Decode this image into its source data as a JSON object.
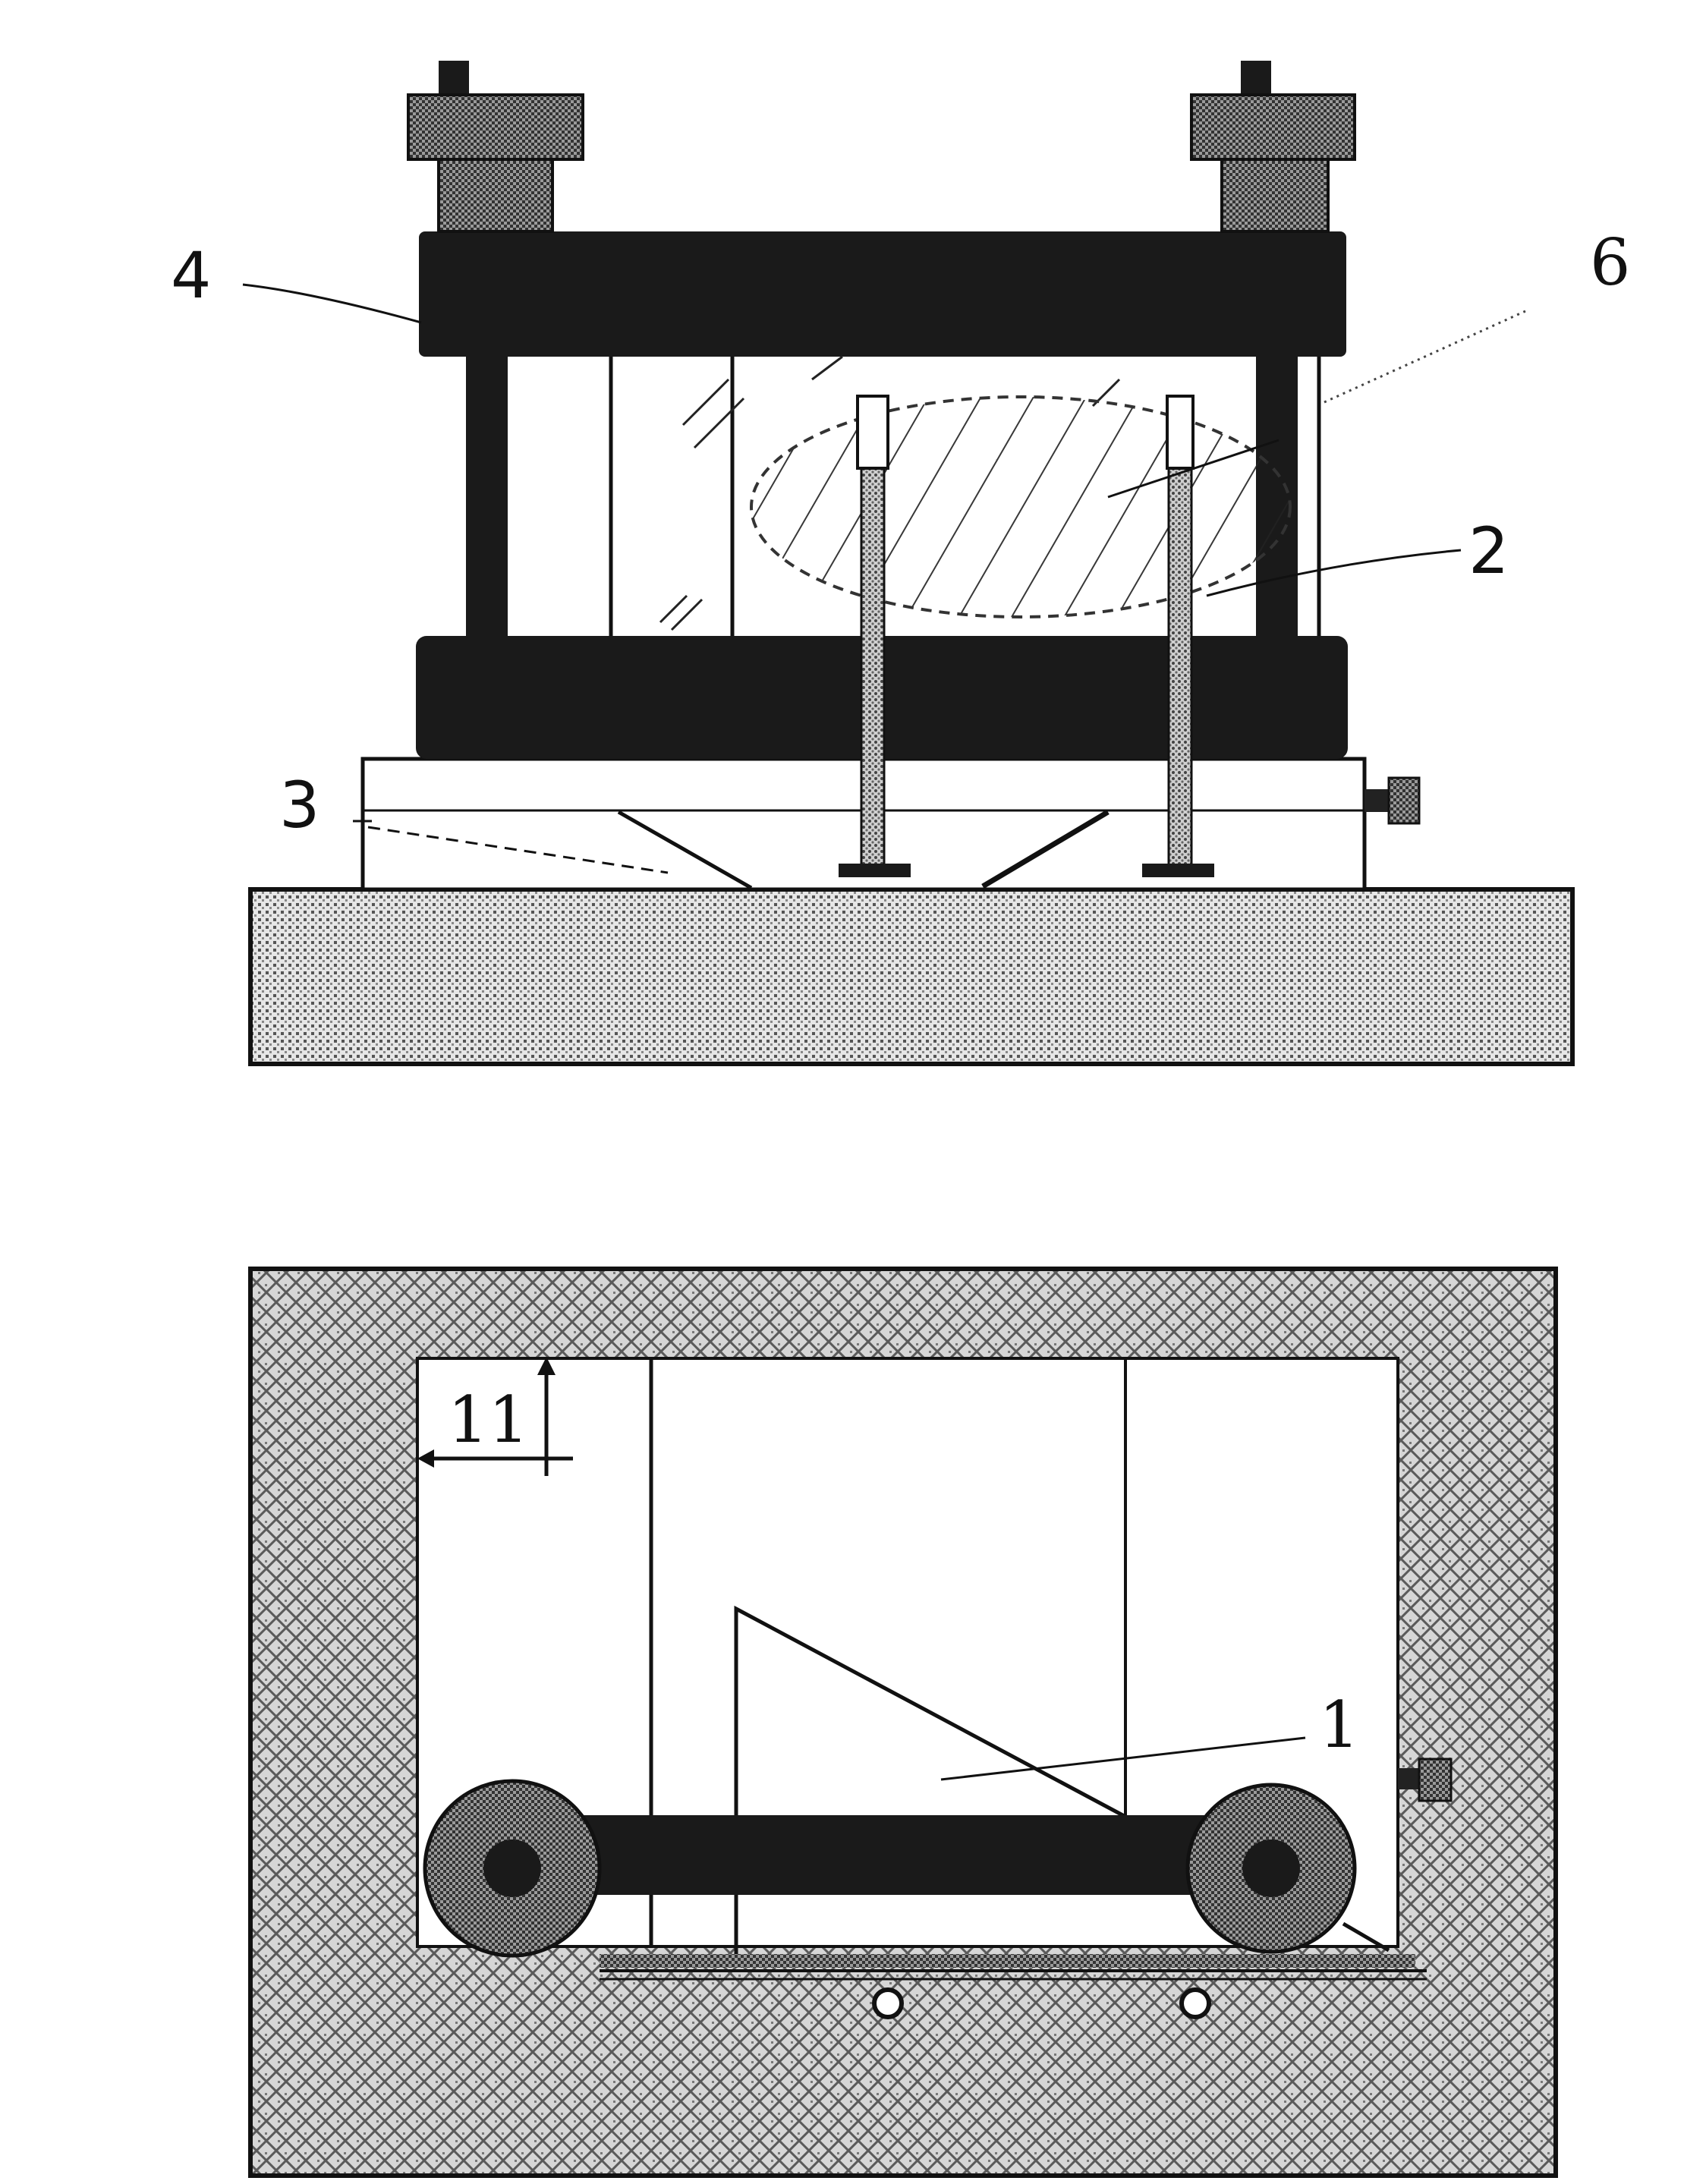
{
  "figure": {
    "labels": {
      "part_1": "1",
      "part_2": "2",
      "part_3": "3",
      "part_4": "4",
      "part_6": "6",
      "dimension_11": "11"
    }
  },
  "colors": {
    "ink": "#111111",
    "plate": "#1a1a1a",
    "stipple_dark": "#6f6f6f",
    "stipple_light": "#d9d9d9",
    "paper": "#ffffff"
  }
}
